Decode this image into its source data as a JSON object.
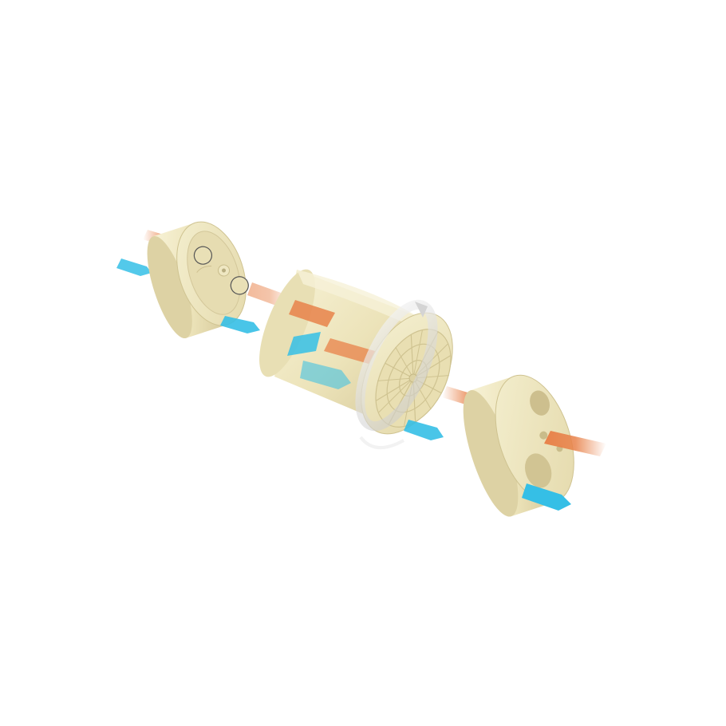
{
  "diagram": {
    "components": [
      {
        "id": "left-end-cap",
        "kind": "end cap"
      },
      {
        "id": "center-rotor",
        "kind": "honeycomb rotor cartridge"
      },
      {
        "id": "right-end-cap",
        "kind": "end cap"
      }
    ],
    "flows": [
      {
        "id": "warm-flow",
        "color": "#e8824a"
      },
      {
        "id": "cool-flow",
        "color": "#35bfe6"
      }
    ],
    "rotation_indicator": "rotation-arrow-icon",
    "colors": {
      "body_light": "#f4efcc",
      "body_mid": "#e6ddb0",
      "body_dark": "#cfc391",
      "warm": "#e8824a",
      "cool": "#35bfe6",
      "ring": "#d8d8d8"
    }
  }
}
